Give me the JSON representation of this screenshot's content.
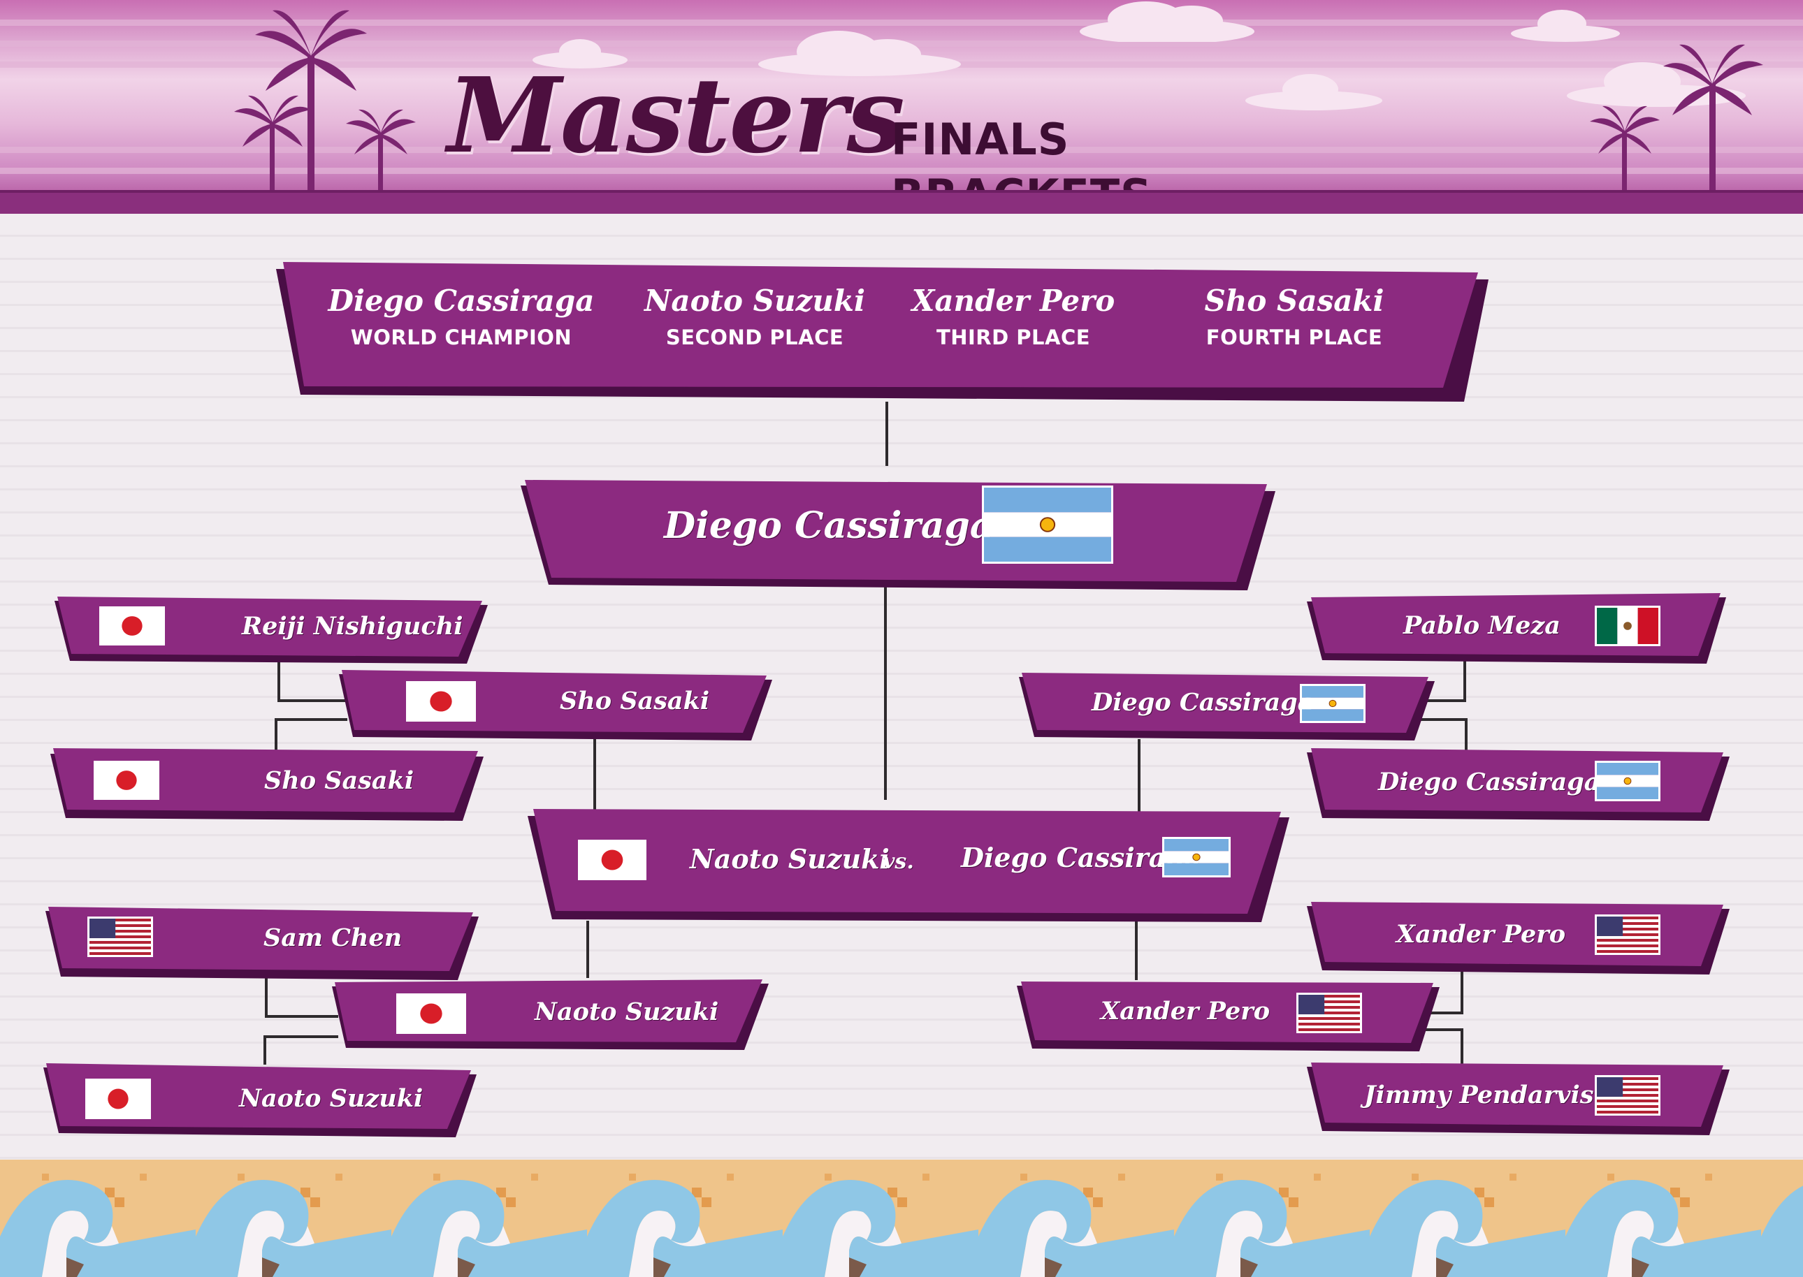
{
  "header": {
    "logo_title": "Masters",
    "subtitle": "FINALS BRACKETS"
  },
  "podium": [
    {
      "name": "Diego Cassiraga",
      "label": "WORLD CHAMPION"
    },
    {
      "name": "Naoto Suzuki",
      "label": "SECOND PLACE"
    },
    {
      "name": "Xander Pero",
      "label": "THIRD PLACE"
    },
    {
      "name": "Sho Sasaki",
      "label": "FOURTH PLACE"
    }
  ],
  "champion": {
    "name": "Diego Cassiraga",
    "flag": "argentina-flag-icon"
  },
  "final_match": {
    "left": {
      "name": "Naoto Suzuki",
      "flag": "japan-flag-icon"
    },
    "vs": "vs.",
    "right": {
      "name": "Diego Cassiraga",
      "flag": "argentina-flag-icon"
    }
  },
  "left_bracket": {
    "upper": {
      "player_a": {
        "name": "Reiji Nishiguchi",
        "flag": "japan-flag-icon"
      },
      "player_b": {
        "name": "Sho Sasaki",
        "flag": "japan-flag-icon"
      },
      "winner": {
        "name": "Sho Sasaki",
        "flag": "japan-flag-icon"
      }
    },
    "lower": {
      "player_a": {
        "name": "Sam Chen",
        "flag": "usa-flag-icon"
      },
      "player_b": {
        "name": "Naoto Suzuki",
        "flag": "japan-flag-icon"
      },
      "winner": {
        "name": "Naoto Suzuki",
        "flag": "japan-flag-icon"
      }
    }
  },
  "right_bracket": {
    "upper": {
      "player_a": {
        "name": "Pablo Meza",
        "flag": "mexico-flag-icon"
      },
      "player_b": {
        "name": "Diego Cassiraga",
        "flag": "argentina-flag-icon"
      },
      "winner": {
        "name": "Diego Cassiraga",
        "flag": "argentina-flag-icon"
      }
    },
    "lower": {
      "player_a": {
        "name": "Xander Pero",
        "flag": "usa-flag-icon"
      },
      "player_b": {
        "name": "Jimmy Pendarvis",
        "flag": "usa-flag-icon"
      },
      "winner": {
        "name": "Xander Pero",
        "flag": "usa-flag-icon"
      }
    }
  },
  "colors": {
    "box_fill": "#8c2a80",
    "box_shadow": "#4a0e45",
    "header_band": "#8a2f7d",
    "connector": "#2e2a2d",
    "wave_sea": "#8fc7e6",
    "wave_sand": "#efc48a"
  }
}
